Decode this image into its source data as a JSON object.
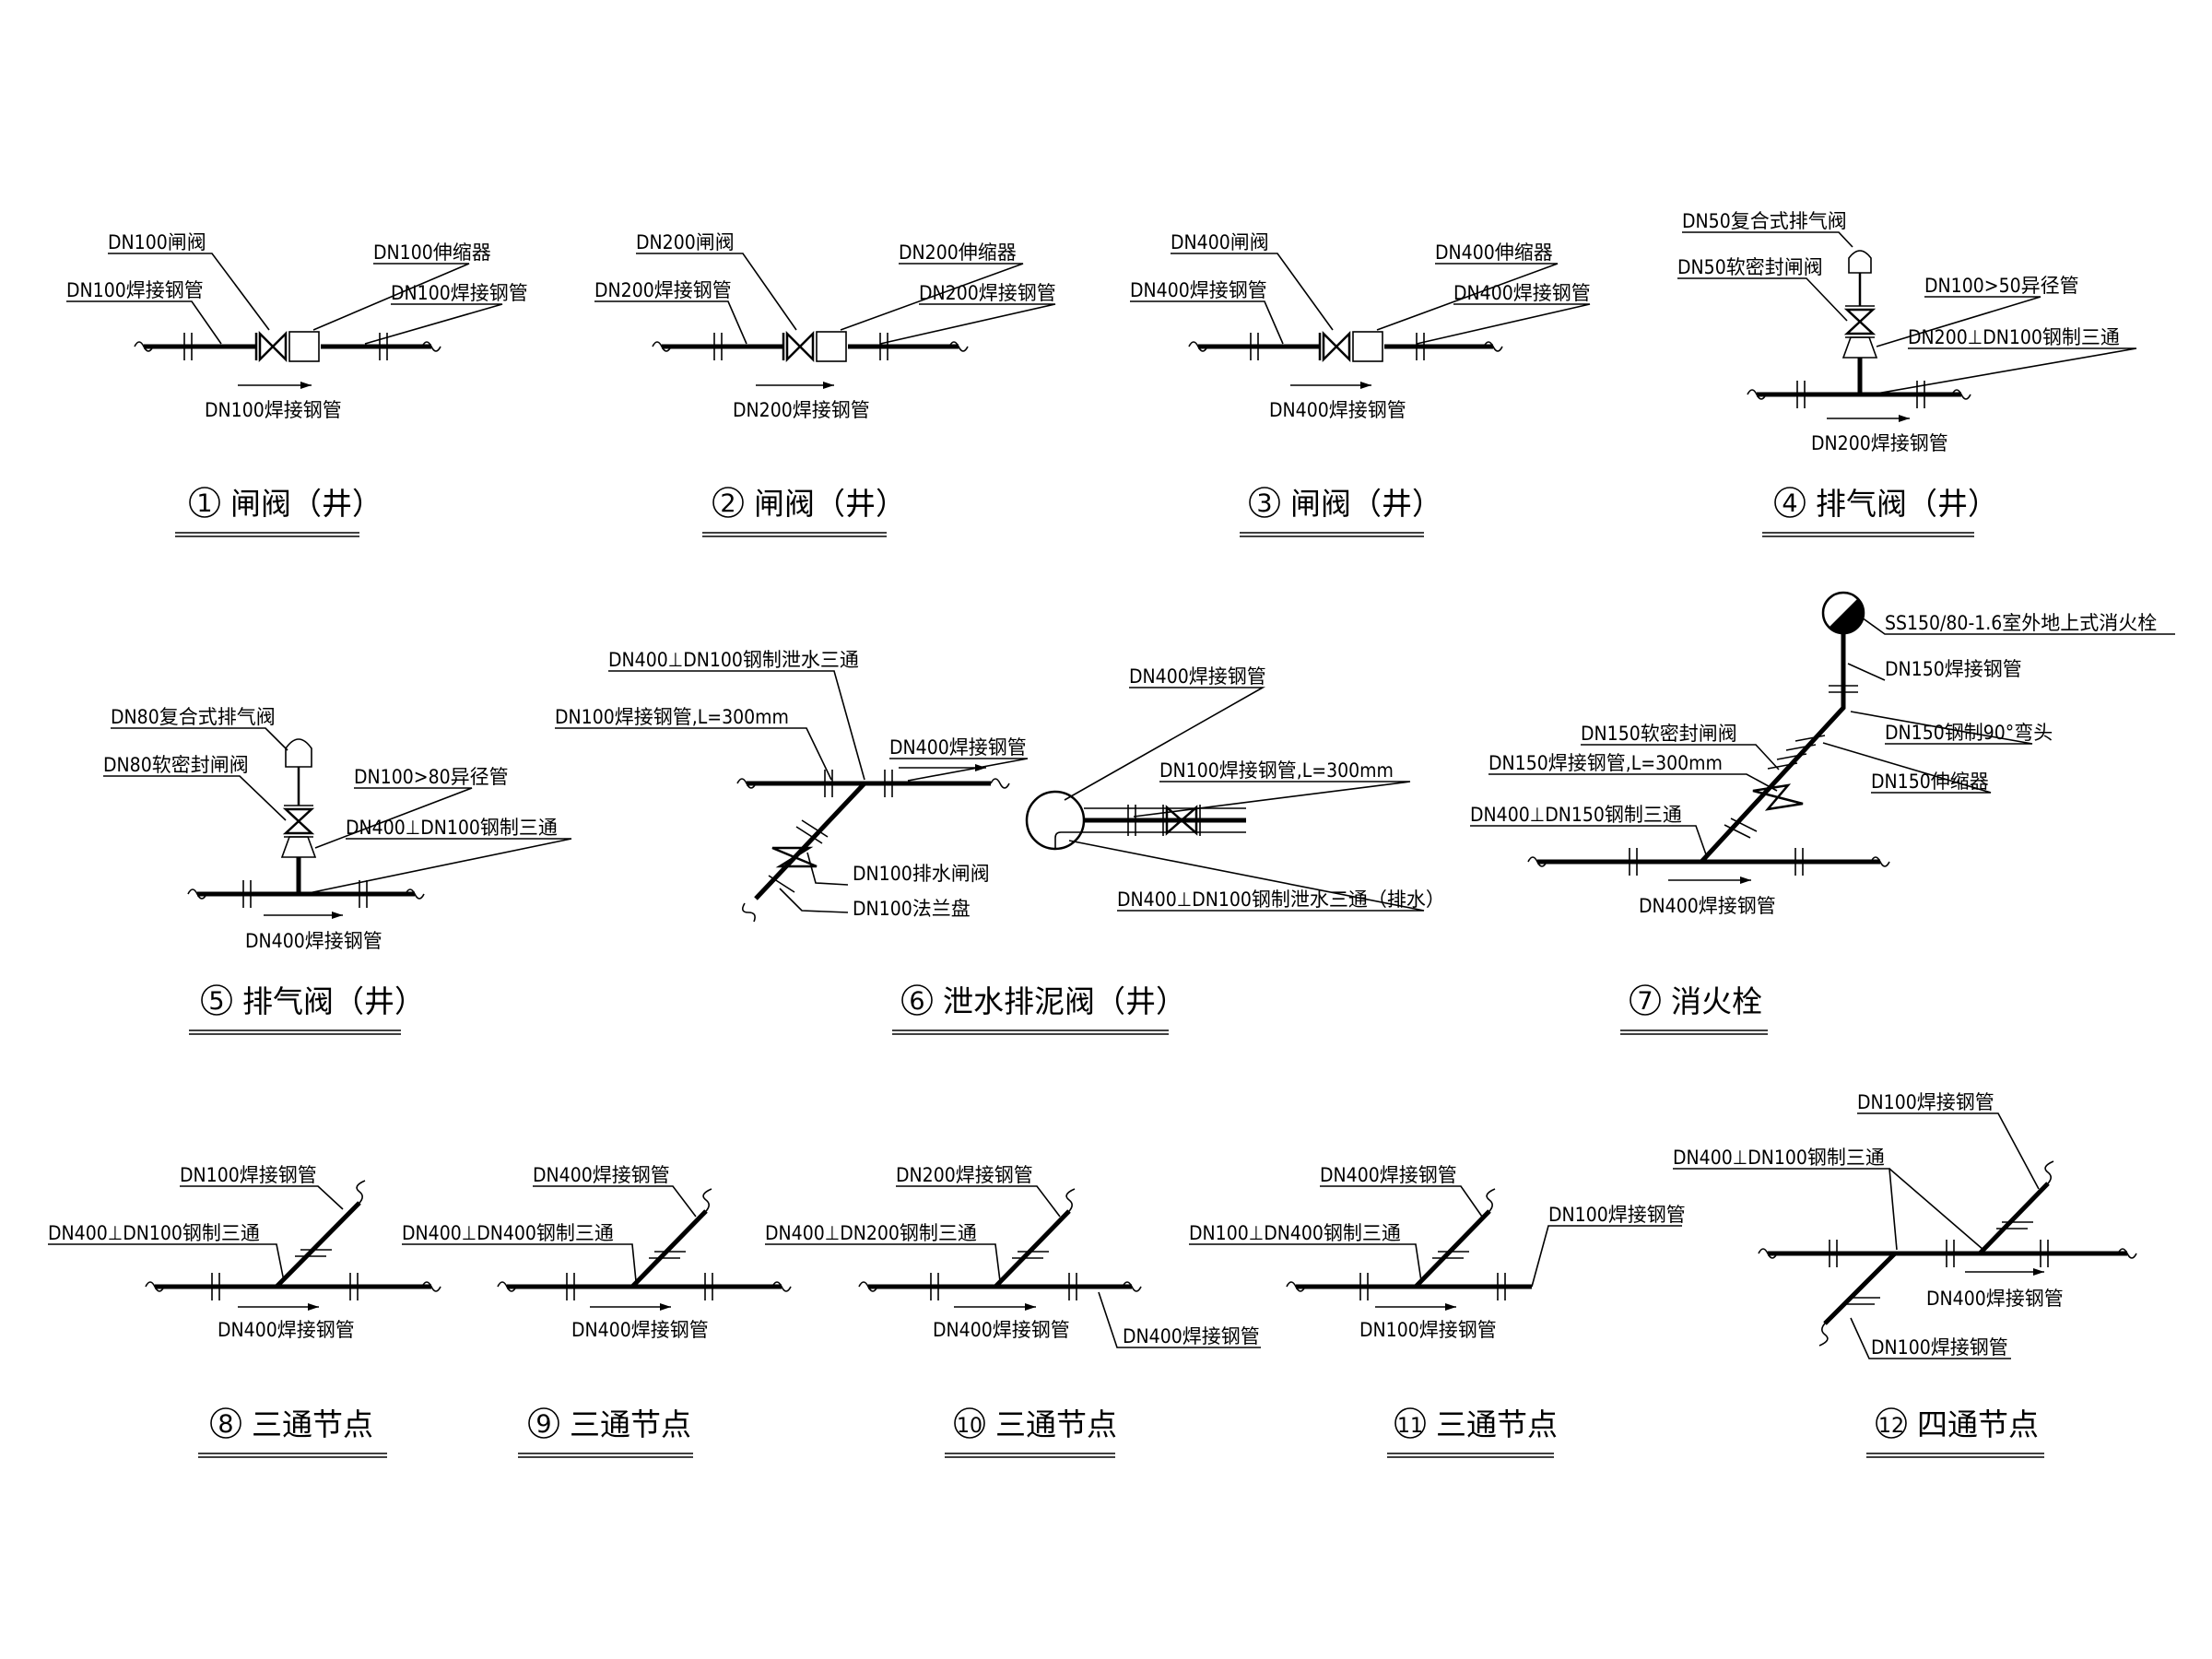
{
  "details": [
    {
      "num": "1",
      "title": "闸阀（井）",
      "labels": [
        "DN100闸阀",
        "DN100伸缩器",
        "DN100焊接钢管",
        "DN100焊接钢管",
        "DN100焊接钢管"
      ]
    },
    {
      "num": "2",
      "title": "闸阀（井）",
      "labels": [
        "DN200闸阀",
        "DN200伸缩器",
        "DN200焊接钢管",
        "DN200焊接钢管",
        "DN200焊接钢管"
      ]
    },
    {
      "num": "3",
      "title": "闸阀（井）",
      "labels": [
        "DN400闸阀",
        "DN400伸缩器",
        "DN400焊接钢管",
        "DN400焊接钢管",
        "DN400焊接钢管"
      ]
    },
    {
      "num": "4",
      "title": "排气阀（井）",
      "labels": [
        "DN50复合式排气阀",
        "DN50软密封闸阀",
        "DN100>50异径管",
        "DN200⊥DN100钢制三通",
        "DN200焊接钢管"
      ]
    },
    {
      "num": "5",
      "title": "排气阀（井）",
      "labels": [
        "DN80复合式排气阀",
        "DN80软密封闸阀",
        "DN100>80异径管",
        "DN400⊥DN100钢制三通",
        "DN400焊接钢管"
      ]
    },
    {
      "num": "6",
      "title": "泄水排泥阀（井）",
      "labels": [
        "DN400⊥DN100钢制泄水三通",
        "DN100焊接钢管,L=300mm",
        "DN400焊接钢管",
        "DN100排水闸阀",
        "DN100法兰盘",
        "DN400焊接钢管",
        "DN100焊接钢管,L=300mm",
        "DN400⊥DN100钢制泄水三通（排水）"
      ]
    },
    {
      "num": "7",
      "title": "消火栓",
      "labels": [
        "SS150/80-1.6室外地上式消火栓",
        "DN150焊接钢管",
        "DN150钢制90°弯头",
        "DN150软密封闸阀",
        "DN150焊接钢管,L=300mm",
        "DN150伸缩器",
        "DN400⊥DN150钢制三通",
        "DN400焊接钢管"
      ]
    },
    {
      "num": "8",
      "title": "三通节点",
      "labels": [
        "DN100焊接钢管",
        "DN400⊥DN100钢制三通",
        "DN400焊接钢管"
      ]
    },
    {
      "num": "9",
      "title": "三通节点",
      "labels": [
        "DN400焊接钢管",
        "DN400⊥DN400钢制三通",
        "DN400焊接钢管"
      ]
    },
    {
      "num": "10",
      "title": "三通节点",
      "labels": [
        "DN200焊接钢管",
        "DN400⊥DN200钢制三通",
        "DN400焊接钢管",
        "DN400焊接钢管"
      ]
    },
    {
      "num": "11",
      "title": "三通节点",
      "labels": [
        "DN400焊接钢管",
        "DN100⊥DN400钢制三通",
        "DN100焊接钢管",
        "DN100焊接钢管"
      ]
    },
    {
      "num": "12",
      "title": "四通节点",
      "labels": [
        "DN100焊接钢管",
        "DN400⊥DN100钢制三通",
        "DN400焊接钢管",
        "DN100焊接钢管"
      ]
    }
  ]
}
